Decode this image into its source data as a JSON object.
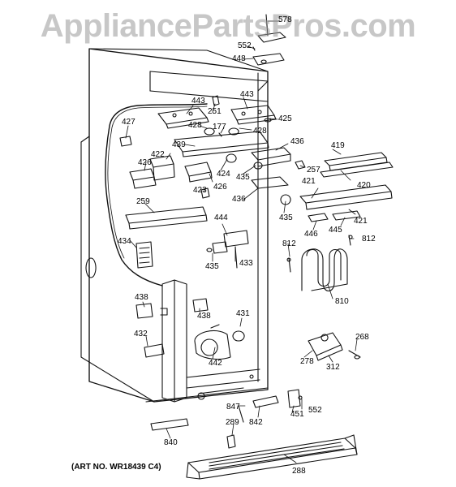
{
  "watermark": "AppliancePartsPros.com",
  "art_number": "(ART NO. WR18439 C4)",
  "callouts": [
    {
      "id": "c578",
      "text": "578"
    },
    {
      "id": "c552a",
      "text": "552"
    },
    {
      "id": "c448",
      "text": "448"
    },
    {
      "id": "c443a",
      "text": "443"
    },
    {
      "id": "c443b",
      "text": "443"
    },
    {
      "id": "c251",
      "text": "251"
    },
    {
      "id": "c425",
      "text": "425"
    },
    {
      "id": "c427",
      "text": "427"
    },
    {
      "id": "c428a",
      "text": "428"
    },
    {
      "id": "c177",
      "text": "177"
    },
    {
      "id": "c428b",
      "text": "428"
    },
    {
      "id": "c436a",
      "text": "436"
    },
    {
      "id": "c439",
      "text": "439"
    },
    {
      "id": "c422",
      "text": "422"
    },
    {
      "id": "c426a",
      "text": "426"
    },
    {
      "id": "c426b",
      "text": "426"
    },
    {
      "id": "c424",
      "text": "424"
    },
    {
      "id": "c435a",
      "text": "435"
    },
    {
      "id": "c257",
      "text": "257"
    },
    {
      "id": "c419",
      "text": "419"
    },
    {
      "id": "c421a",
      "text": "421"
    },
    {
      "id": "c420",
      "text": "420"
    },
    {
      "id": "c423",
      "text": "423"
    },
    {
      "id": "c436b",
      "text": "436"
    },
    {
      "id": "c259",
      "text": "259"
    },
    {
      "id": "c435b",
      "text": "435"
    },
    {
      "id": "c421b",
      "text": "421"
    },
    {
      "id": "c446",
      "text": "446"
    },
    {
      "id": "c445",
      "text": "445"
    },
    {
      "id": "c444",
      "text": "444"
    },
    {
      "id": "c434",
      "text": "434"
    },
    {
      "id": "c812a",
      "text": "812"
    },
    {
      "id": "c812b",
      "text": "812"
    },
    {
      "id": "c435c",
      "text": "435"
    },
    {
      "id": "c433",
      "text": "433"
    },
    {
      "id": "c810",
      "text": "810"
    },
    {
      "id": "c438a",
      "text": "438"
    },
    {
      "id": "c438b",
      "text": "438"
    },
    {
      "id": "c431",
      "text": "431"
    },
    {
      "id": "c432",
      "text": "432"
    },
    {
      "id": "c268",
      "text": "268"
    },
    {
      "id": "c278",
      "text": "278"
    },
    {
      "id": "c442",
      "text": "442"
    },
    {
      "id": "c312",
      "text": "312"
    },
    {
      "id": "c847",
      "text": "847"
    },
    {
      "id": "c451",
      "text": "451"
    },
    {
      "id": "c552b",
      "text": "552"
    },
    {
      "id": "c842",
      "text": "842"
    },
    {
      "id": "c840",
      "text": "840"
    },
    {
      "id": "c289",
      "text": "289"
    },
    {
      "id": "c288",
      "text": "288"
    }
  ]
}
